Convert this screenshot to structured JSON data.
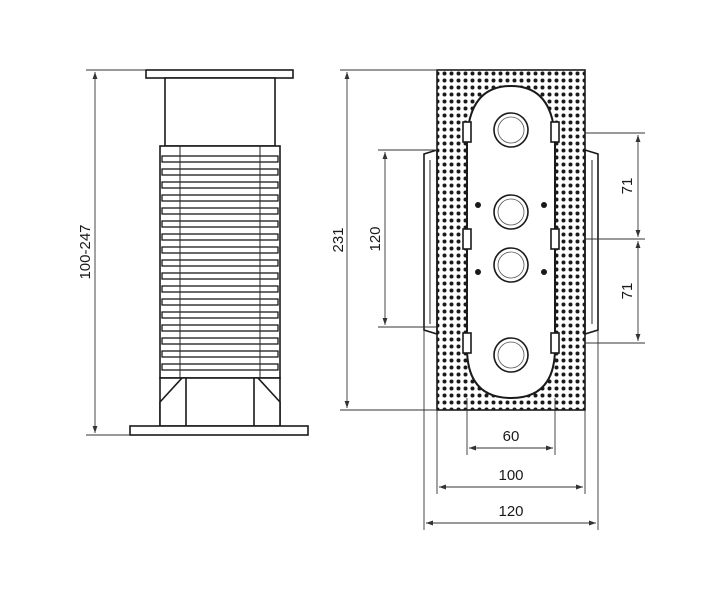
{
  "dimensions": {
    "height_range": "100-247",
    "total_height": "231",
    "box_height": "120",
    "spacing_upper": "71",
    "spacing_lower": "71",
    "width_60": "60",
    "width_100": "100",
    "width_120": "120"
  }
}
